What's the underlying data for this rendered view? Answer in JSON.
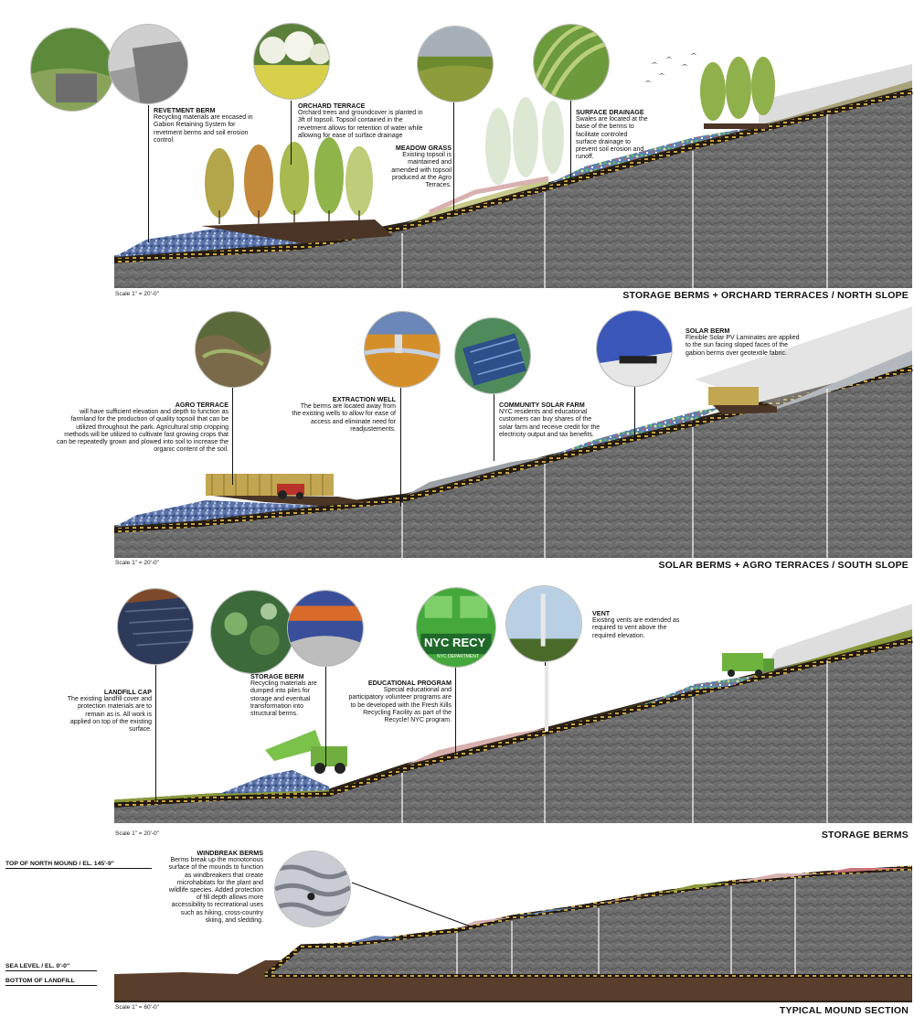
{
  "panels": [
    {
      "title": "STORAGE BERMS + ORCHARD TERRACES / NORTH SLOPE",
      "scale": "Scale 1\" = 20'-0\"",
      "labels": [
        {
          "title": "REVETMENT BERM",
          "text": "Recycling materials are encased in Gabion Retaining System for revetment berms and soil erosion control."
        },
        {
          "title": "ORCHARD TERRACE",
          "text": "Orchard trees and groundcover is planted in 3ft of topsoil. Topsoil contained in the revetment allows for retention of water while allowing for ease of surface drainage"
        },
        {
          "title": "MEADOW GRASS",
          "text": "Existing topsoil is maintained and amended with topsoil produced at the Agro Terraces."
        },
        {
          "title": "SURFACE DRAINAGE",
          "text": "Swales are located at the base of the berms to facilitate controled surface drainage to prevent soil erosion and runoff."
        }
      ]
    },
    {
      "title": "SOLAR BERMS + AGRO TERRACES / SOUTH SLOPE",
      "scale": "Scale 1\" = 20'-0\"",
      "labels": [
        {
          "title": "AGRO TERRACE",
          "text": "will have sufficient elevation and depth to function as farmland for the production of quality topsoil that can be utilized throughout the park. Agricultural strip cropping methods will be utilized to cultivate fast growing crops that can be repeatedly grown and plowed into soil to increase the organic content of the soil."
        },
        {
          "title": "EXTRACTION WELL",
          "text": "The berms are located away from the existing wells to allow for ease of access and eliminate need for readjustements."
        },
        {
          "title": "COMMUNITY SOLAR FARM",
          "text": "NYC residents and educational customers can buy shares of the solar farm and receive credit for the electricity output and tax benefits."
        },
        {
          "title": "SOLAR BERM",
          "text": "Flexible Solar PV Laminates are applied to the sun facing sloped faces of the gabion berms over geotextile fabric."
        }
      ]
    },
    {
      "title": "STORAGE BERMS",
      "scale": "Scale 1\" = 20'-0\"",
      "labels": [
        {
          "title": "LANDFILL CAP",
          "text": "The existing landfill cover and protection materials are to remain as is. All work is applied on top of the existing surface."
        },
        {
          "title": "STORAGE BERM",
          "text": "Recycling materials are dumped into piles for storage and eventual transformation into structural berms."
        },
        {
          "title": "EDUCATIONAL PROGRAM",
          "text": "Special educational and participatory volunteer programs are to be developed with the Fresh Kills Recycling Facility as part of the Recycle! NYC program."
        },
        {
          "title": "VENT",
          "text": "Existing vents are extended as required to vent above the required elevation."
        }
      ],
      "sign_text": "NYC RECY",
      "sign_sub": "NYC DEPARTMENT"
    },
    {
      "title": "TYPICAL MOUND SECTION",
      "scale": "Scale 1\" = 60'-0\"",
      "labels": [
        {
          "title": "WINDBREAK BERMS",
          "text": "Berms break up the monotonous surface of the mounds to function as windbreakers that create microhabitats for the plant and wildlife species. Added protection of fill depth allows more accessibility to recreational uses such as hiking, cross-country skiing, and sledding."
        }
      ],
      "elevations": [
        "TOP OF NORTH MOUND / EL. 145'-9\"",
        "SEA LEVEL / EL. 0'-0\"",
        "BOTTOM OF LANDFILL"
      ]
    }
  ],
  "colors": {
    "landfill": "#6f6f6f",
    "landfill_dark": "#555555",
    "gabion": "#2c2418",
    "stripe": "#c9a43a",
    "soil": "#5a3e2c",
    "recycled_blue": "#6d85b5",
    "grass": "#8a9a3c",
    "pink_berm": "#d8b0b0"
  }
}
